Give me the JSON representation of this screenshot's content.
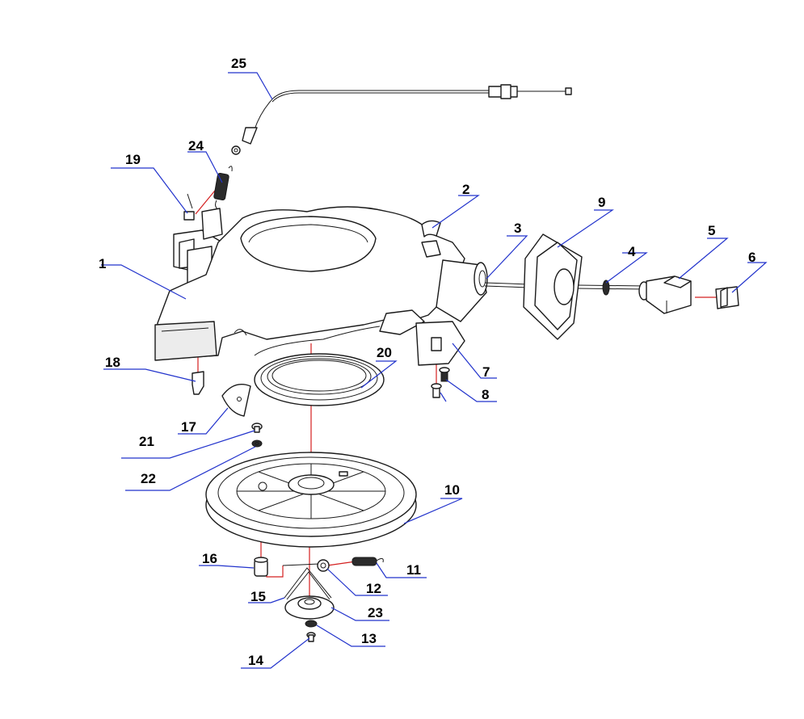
{
  "diagram": {
    "colors": {
      "leader": "#2233cc",
      "assembly_line": "#d42020",
      "outline": "#1a1a1a"
    },
    "callouts": [
      {
        "id": "c1",
        "label": "1"
      },
      {
        "id": "c2",
        "label": "2"
      },
      {
        "id": "c3",
        "label": "3"
      },
      {
        "id": "c4",
        "label": "4"
      },
      {
        "id": "c5",
        "label": "5"
      },
      {
        "id": "c6",
        "label": "6"
      },
      {
        "id": "c7",
        "label": "7"
      },
      {
        "id": "c8",
        "label": "8"
      },
      {
        "id": "c9",
        "label": "9"
      },
      {
        "id": "c10",
        "label": "10"
      },
      {
        "id": "c11",
        "label": "11"
      },
      {
        "id": "c12",
        "label": "12"
      },
      {
        "id": "c13",
        "label": "13"
      },
      {
        "id": "c14",
        "label": "14"
      },
      {
        "id": "c15",
        "label": "15"
      },
      {
        "id": "c16",
        "label": "16"
      },
      {
        "id": "c17",
        "label": "17"
      },
      {
        "id": "c18",
        "label": "18"
      },
      {
        "id": "c19",
        "label": "19"
      },
      {
        "id": "c20",
        "label": "20"
      },
      {
        "id": "c21",
        "label": "21"
      },
      {
        "id": "c22",
        "label": "22"
      },
      {
        "id": "c23",
        "label": "23"
      },
      {
        "id": "c24",
        "label": "24"
      },
      {
        "id": "c25",
        "label": "25"
      }
    ]
  }
}
